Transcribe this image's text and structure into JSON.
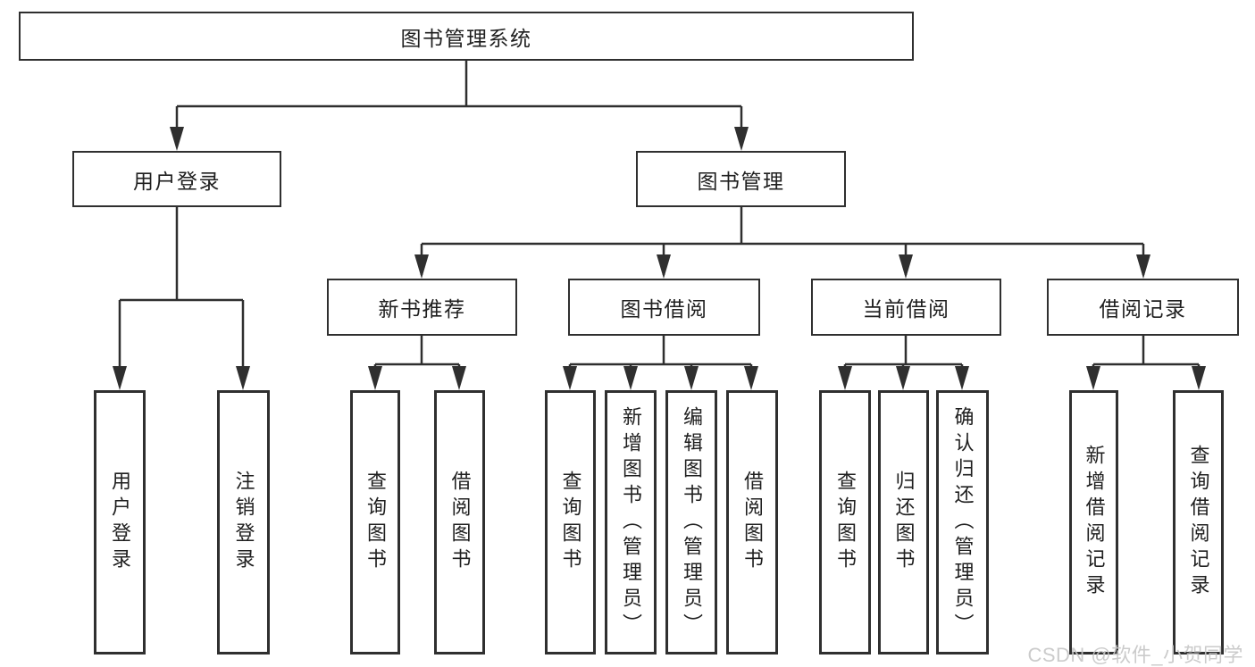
{
  "tree": {
    "root": "图书管理系统",
    "branches": [
      {
        "label": "用户登录",
        "children": [
          "用户登录",
          "注销登录"
        ]
      },
      {
        "label": "图书管理",
        "groups": [
          {
            "label": "新书推荐",
            "children": [
              "查询图书",
              "借阅图书"
            ]
          },
          {
            "label": "图书借阅",
            "children": [
              "查询图书",
              "新增图书（管理员）",
              "编辑图书（管理员）",
              "借阅图书"
            ]
          },
          {
            "label": "当前借阅",
            "children": [
              "查询图书",
              "归还图书",
              "确认归还（管理员）"
            ]
          },
          {
            "label": "借阅记录",
            "children": [
              "新增借阅记录",
              "查询借阅记录"
            ]
          }
        ]
      }
    ]
  },
  "watermark": {
    "text": "CSDN @软件_小贺同学"
  },
  "colors": {
    "line": "#2f2f2f",
    "text": "#1f1f1f",
    "watermark": "#c6c6c6",
    "background": "#ffffff"
  }
}
